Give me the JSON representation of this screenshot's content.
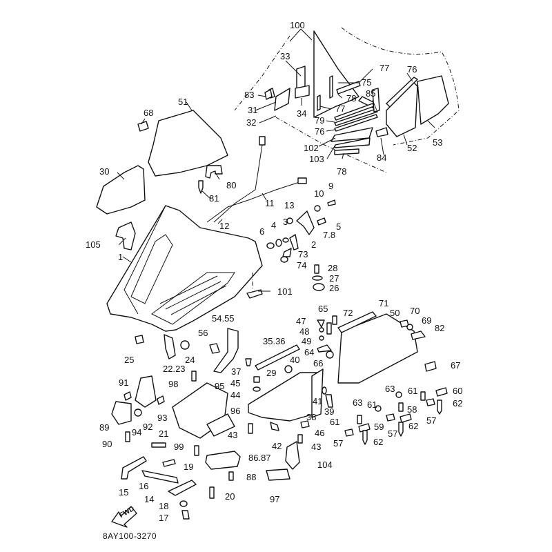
{
  "diagram": {
    "title_code": "8AY100-3270",
    "fwd_label": "FWD",
    "callouts": {
      "c100": "100",
      "c33": "33",
      "c77a": "77",
      "c76a": "76",
      "c75": "75",
      "c83": "83",
      "c31": "31",
      "c32": "32",
      "c34": "34",
      "c78a": "78",
      "c77b": "77",
      "c85": "85",
      "c79": "79",
      "c76b": "76",
      "c102": "102",
      "c103": "103",
      "c78b": "78",
      "c84": "84",
      "c52": "52",
      "c53": "53",
      "c68": "68",
      "c51": "51",
      "c30": "30",
      "c80": "80",
      "c81": "81",
      "c11": "11",
      "c12": "12",
      "c10": "10",
      "c9": "9",
      "c13": "13",
      "c5": "5",
      "c3": "3",
      "c4": "4",
      "c6": "6",
      "c78c": "7.8",
      "c2": "2",
      "c73": "73",
      "c74": "74",
      "c28": "28",
      "c27": "27",
      "c26": "26",
      "c105": "105",
      "c1": "1",
      "c101": "101",
      "c5455": "54.55",
      "c56": "56",
      "c25": "25",
      "c24": "24",
      "c2223": "22.23",
      "c3536": "35.36",
      "c65": "65",
      "c47": "47",
      "c48": "48",
      "c49": "49",
      "c64": "64",
      "c66": "66",
      "c72": "72",
      "c71": "71",
      "c50": "50",
      "c70": "70",
      "c69": "69",
      "c82": "82",
      "c67": "67",
      "c37": "37",
      "c40": "40",
      "c29": "29",
      "c45": "45",
      "c44": "44",
      "c98": "98",
      "c95": "95",
      "c96": "96",
      "c41": "41",
      "c39": "39",
      "c38": "38",
      "c46": "46",
      "c43a": "43",
      "c42": "42",
      "c43b": "43",
      "c91": "91",
      "c89": "89",
      "c92": "92",
      "c93": "93",
      "c94": "94",
      "c90": "90",
      "c21": "21",
      "c99": "99",
      "c19": "19",
      "c8687": "86.87",
      "c104": "104",
      "c15": "15",
      "c16": "16",
      "c88": "88",
      "c14": "14",
      "c18": "18",
      "c17": "17",
      "c20": "20",
      "c97": "97",
      "c63a": "63",
      "c61a": "61",
      "c60": "60",
      "c62a": "62",
      "c63b": "63",
      "c61b": "61",
      "c58": "58",
      "c57a": "57",
      "c61c": "61",
      "c59": "59",
      "c57b": "57",
      "c62b": "62",
      "c57c": "57",
      "c62c": "62"
    }
  }
}
